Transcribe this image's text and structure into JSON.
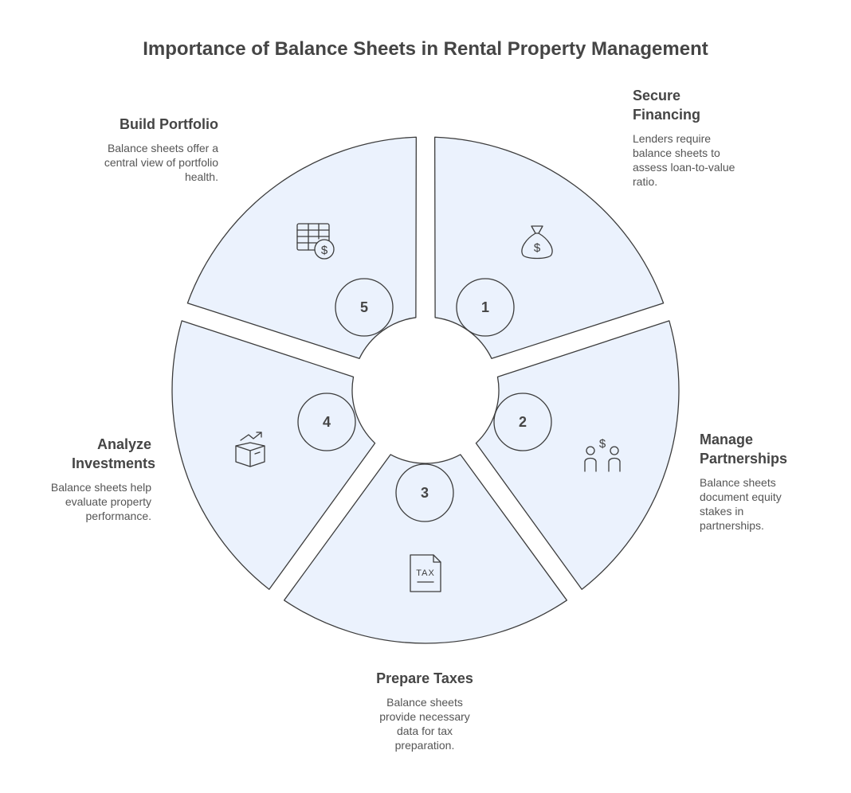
{
  "title": "Importance of Balance Sheets in Rental Property Management",
  "colors": {
    "segment_fill": "#ebf2fd",
    "stroke": "#3c3c3c",
    "text": "#454545"
  },
  "steps": [
    {
      "number": "1",
      "title": "Secure Financing",
      "description": "Lenders require balance sheets to assess loan-to-value ratio.",
      "icon": "money-bag-icon"
    },
    {
      "number": "2",
      "title": "Manage Partnerships",
      "description": "Balance sheets document equity stakes in partnerships.",
      "icon": "partners-dollar-icon"
    },
    {
      "number": "3",
      "title": "Prepare Taxes",
      "description": "Balance sheets provide necessary data for tax preparation.",
      "icon_text": "TAX",
      "icon": "tax-document-icon"
    },
    {
      "number": "4",
      "title": "Analyze Investments",
      "description": "Balance sheets help evaluate property performance.",
      "icon": "investment-box-icon"
    },
    {
      "number": "5",
      "title": "Build Portfolio",
      "description": "Balance sheets offer a central view of portfolio health.",
      "icon": "spreadsheet-dollar-icon"
    }
  ]
}
